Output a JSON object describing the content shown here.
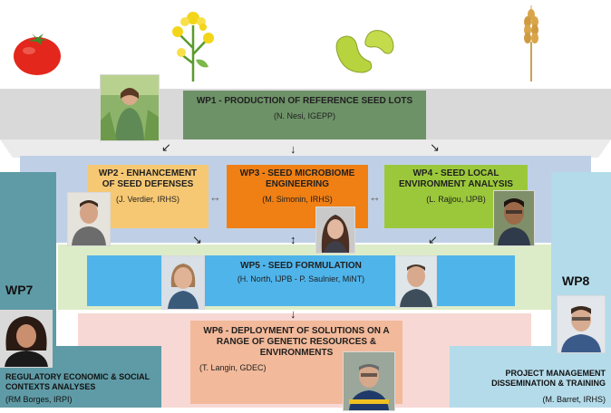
{
  "wp1": {
    "title": "WP1 - PRODUCTION OF REFERENCE SEED LOTS",
    "lead": "(N. Nesi, IGEPP)"
  },
  "wp2": {
    "title": "WP2 - ENHANCEMENT OF SEED DEFENSES",
    "lead": "(J. Verdier, IRHS)"
  },
  "wp3": {
    "title": "WP3 - SEED MICROBIOME ENGINEERING",
    "lead": "(M. Simonin, IRHS)"
  },
  "wp4": {
    "title": "WP4 - SEED LOCAL ENVIRONMENT ANALYSIS",
    "lead": "(L. Rajjou, IJPB)"
  },
  "wp5": {
    "title": "WP5 - SEED FORMULATION",
    "lead": "(H. North, IJPB - P. Saulnier, MiNT)"
  },
  "wp6": {
    "title": "WP6 - DEPLOYMENT OF SOLUTIONS ON A RANGE OF GENETIC RESOURCES & ENVIRONMENTS",
    "lead": "(T. Langin, GDEC)"
  },
  "wp7": {
    "label": "WP7",
    "title": "REGULATORY ECONOMIC & SOCIAL CONTEXTS ANALYSES",
    "lead": "(RM Borges, IRPI)"
  },
  "wp8": {
    "label": "WP8",
    "title": "PROJECT MANAGEMENT DISSEMINATION & TRAINING",
    "lead": "(M. Barret, IRHS)"
  },
  "icons": [
    "tomato-icon",
    "rapeseed-flower-icon",
    "bean-seeds-icon",
    "wheat-ear-icon"
  ],
  "colors": {
    "wp1": "#6e9268",
    "wp2": "#f7c873",
    "wp3": "#f07f14",
    "wp4": "#9bc83b",
    "wp5": "#4fb4ea",
    "wp6": "#f2b99a",
    "wp7": "#5f9ba6",
    "wp8": "#b4dbea"
  }
}
